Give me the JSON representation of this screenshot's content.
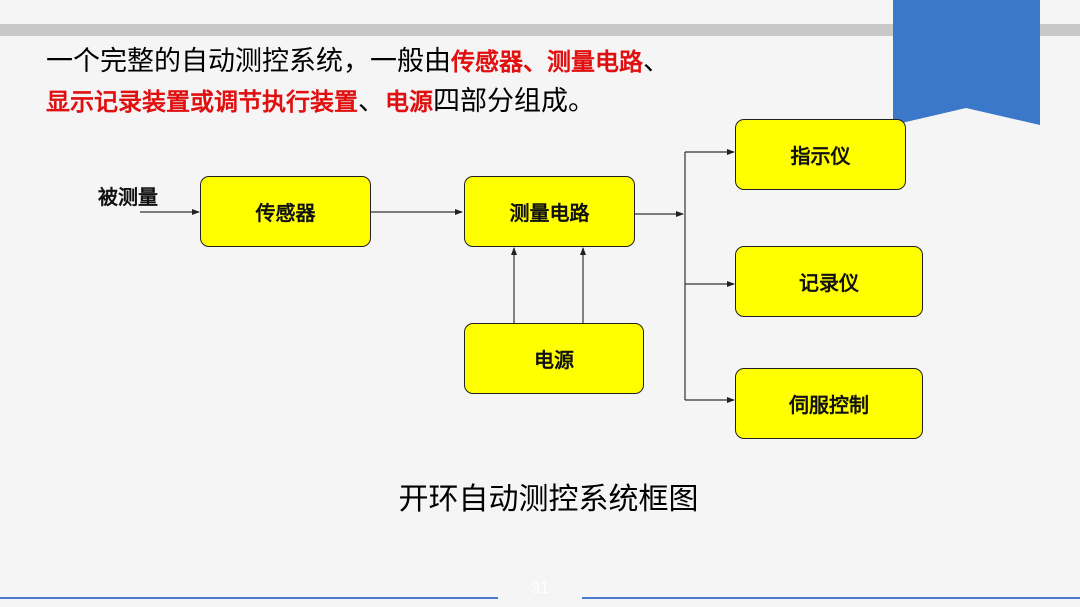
{
  "slide": {
    "intro_line1_plain": "一个完整的自动测控系统，一般由",
    "intro_line1_red": "传感器、测量电路",
    "intro_line1_end": "、",
    "intro_line2_red1": "显示记录装置或调节执行装置",
    "intro_line2_sep": "、",
    "intro_line2_red2": "电源",
    "intro_line2_end": "四部分组成。",
    "page_number": "31"
  },
  "diagram": {
    "input_label": "被测量",
    "sensor": "传感器",
    "measure_circuit": "测量电路",
    "power": "电源",
    "indicator": "指示仪",
    "recorder": "记录仪",
    "servo": "伺服控制",
    "caption": "开环自动测控系统框图"
  },
  "colors": {
    "box_fill": "#ffff00",
    "ribbon": "#3b78c9",
    "emphasis": "#e01010"
  }
}
